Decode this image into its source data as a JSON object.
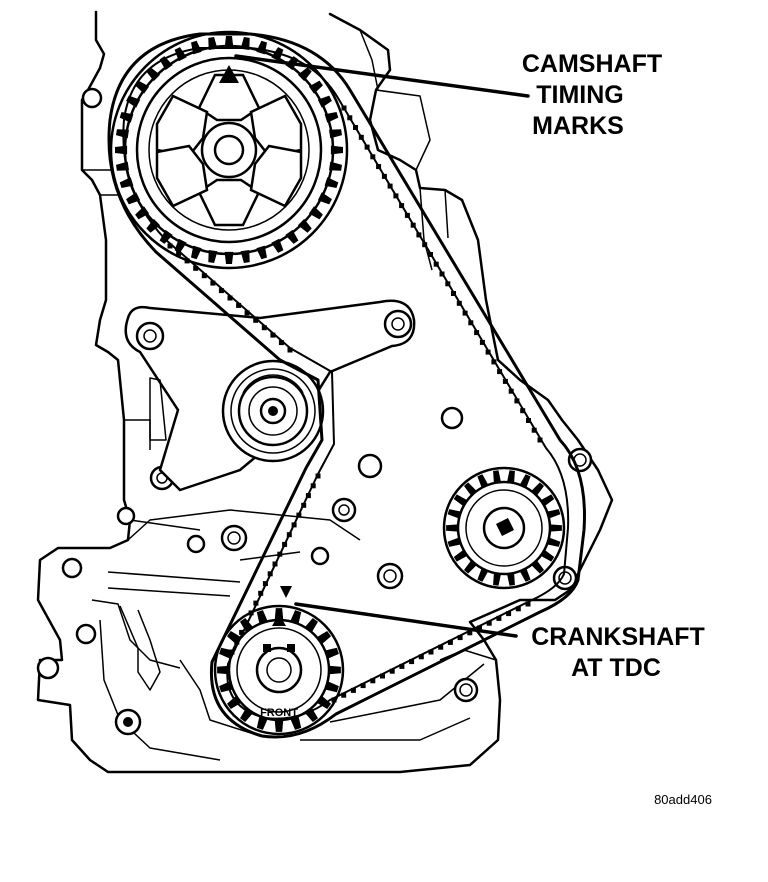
{
  "labels": {
    "camshaft_line1": "CAMSHAFT",
    "camshaft_line2": "TIMING",
    "camshaft_line3": "MARKS",
    "crankshaft_line1": "CRANKSHAFT",
    "crankshaft_line2": "AT TDC",
    "front_mark": "FRONT"
  },
  "figure_code": "80add406",
  "colors": {
    "ink": "#000000",
    "paper": "#ffffff"
  },
  "components": [
    "camshaft-sprocket",
    "tensioner-pulley",
    "intermediate-shaft-sprocket",
    "crankshaft-sprocket",
    "timing-belt",
    "engine-block"
  ]
}
